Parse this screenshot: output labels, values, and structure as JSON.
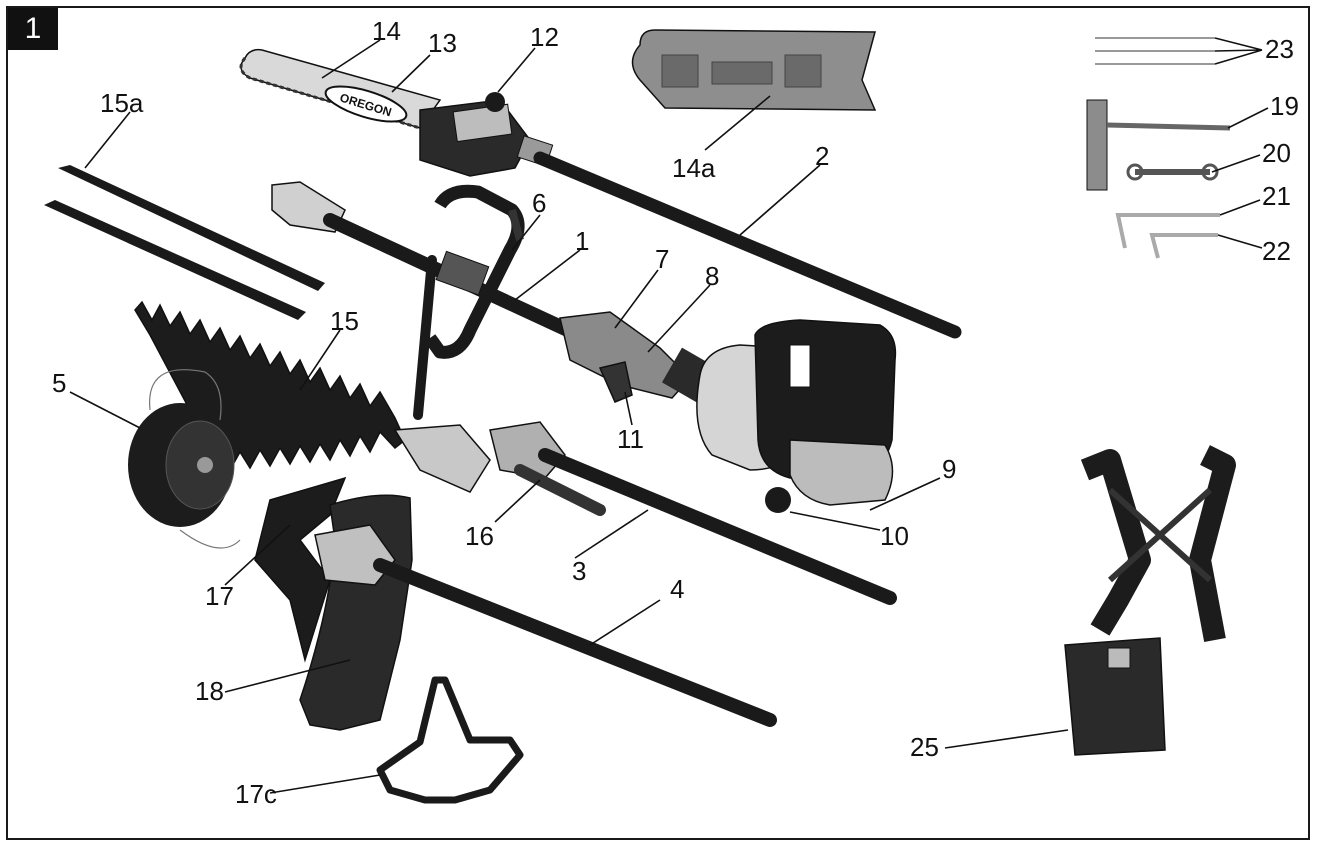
{
  "figure": {
    "number": "1",
    "colors": {
      "line": "#111111",
      "dark": "#1c1c1c",
      "mid": "#6b6b6b",
      "light": "#c9c9c9",
      "background": "#ffffff"
    }
  },
  "labels": {
    "l1": "1",
    "l2": "2",
    "l3": "3",
    "l4": "4",
    "l5": "5",
    "l6": "6",
    "l7": "7",
    "l8": "8",
    "l9": "9",
    "l10": "10",
    "l11": "11",
    "l12": "12",
    "l13": "13",
    "l14": "14",
    "l14a": "14a",
    "l15": "15",
    "l15a": "15a",
    "l16": "16",
    "l17": "17",
    "l17c": "17c",
    "l18": "18",
    "l19": "19",
    "l20": "20",
    "l21": "21",
    "l22": "22",
    "l23": "23",
    "l25": "25"
  },
  "chain_bar": {
    "logo": "OREGON"
  }
}
